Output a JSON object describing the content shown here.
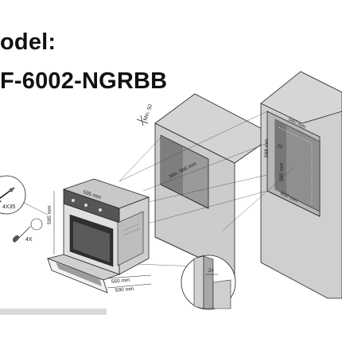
{
  "header": {
    "model_label": "odel:",
    "model_code": "F-6002-NGRBB"
  },
  "dimensions": {
    "cabinet_min_height": "Min. 50",
    "cabinet_min_depth": "Min. 566 mm",
    "niche_width_top": "560 mm",
    "niche_height": "598 mm",
    "niche_height_alt": "585 mm",
    "niche_depth": "600 mm",
    "niche_side": "25",
    "oven_depth_top": "595 mm",
    "oven_height": "595 mm",
    "oven_width_front": "560 mm",
    "oven_width_back": "590 mm",
    "detail_gap": "24"
  },
  "hardware": {
    "screw_label": "4X35",
    "quantity_label": "4X"
  },
  "colors": {
    "cabinet_face": "#d1d1d1",
    "cabinet_side": "#b9b9b9",
    "cabinet_dark": "#8e8e8e",
    "line": "#222222"
  }
}
